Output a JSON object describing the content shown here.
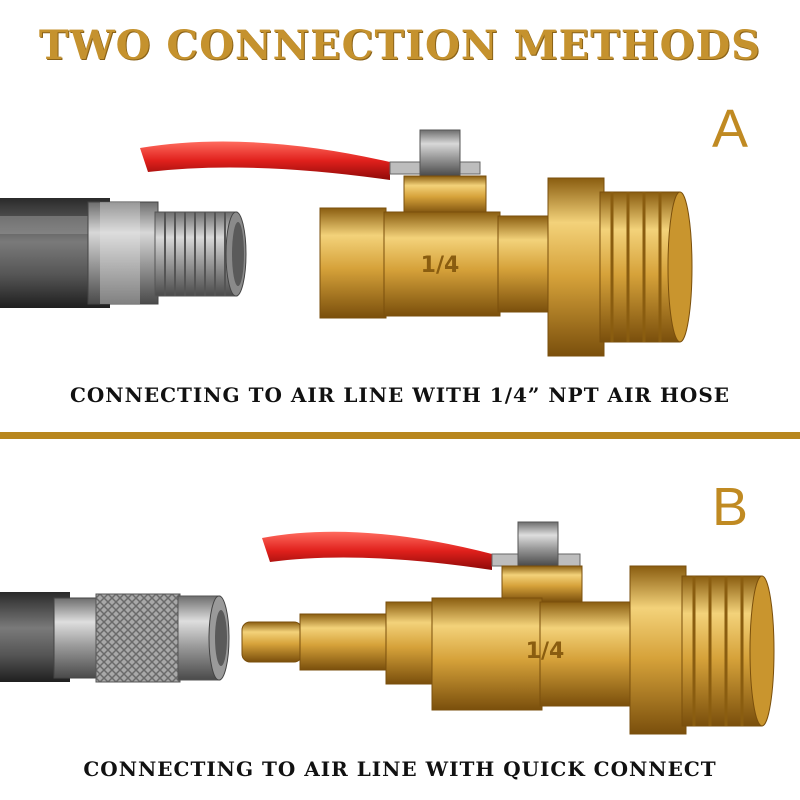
{
  "title": "TWO CONNECTION METHODS",
  "section_a": {
    "letter": "A",
    "caption": "CONNECTING TO AIR LINE WITH 1/4” NPT AIR HOSE",
    "valve_marking": "1/4"
  },
  "section_b": {
    "letter": "B",
    "caption": "CONNECTING TO AIR LINE WITH QUICK CONNECT",
    "valve_marking": "1/4"
  },
  "colors": {
    "gold_text": "#c5922e",
    "divider": "#b8861e",
    "brass": "#d9a93a",
    "handle_red": "#e0201c",
    "steel": "#b9b9b9"
  }
}
